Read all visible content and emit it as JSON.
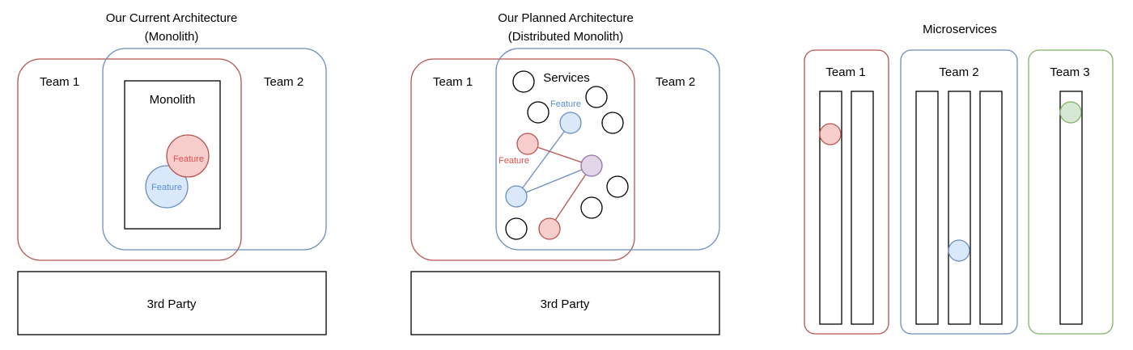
{
  "colors": {
    "red": "#b85450",
    "red_fill": "#f8cecc",
    "red_text": "#e0504c",
    "blue": "#6c8ebf",
    "blue_fill": "#dae8fc",
    "blue_text": "#5a8ed6",
    "green": "#82b366",
    "green_fill": "#d5e8d4",
    "purple": "#9673a6",
    "purple_fill": "#e1d5e7",
    "black": "#000000"
  },
  "current": {
    "title_line1": "Our Current Architecture",
    "title_line2": "(Monolith)",
    "team1": "Team 1",
    "team2": "Team 2",
    "monolith": "Monolith",
    "feature_red": "Feature",
    "feature_blue": "Feature",
    "third_party": "3rd Party"
  },
  "planned": {
    "title_line1": "Our Planned Architecture",
    "title_line2": "(Distributed Monolith)",
    "team1": "Team 1",
    "team2": "Team 2",
    "services": "Services",
    "feature_blue": "Feature",
    "feature_red": "Feature",
    "third_party": "3rd Party"
  },
  "micro": {
    "title": "Microservices",
    "team1": "Team 1",
    "team2": "Team 2",
    "team3": "Team 3"
  }
}
